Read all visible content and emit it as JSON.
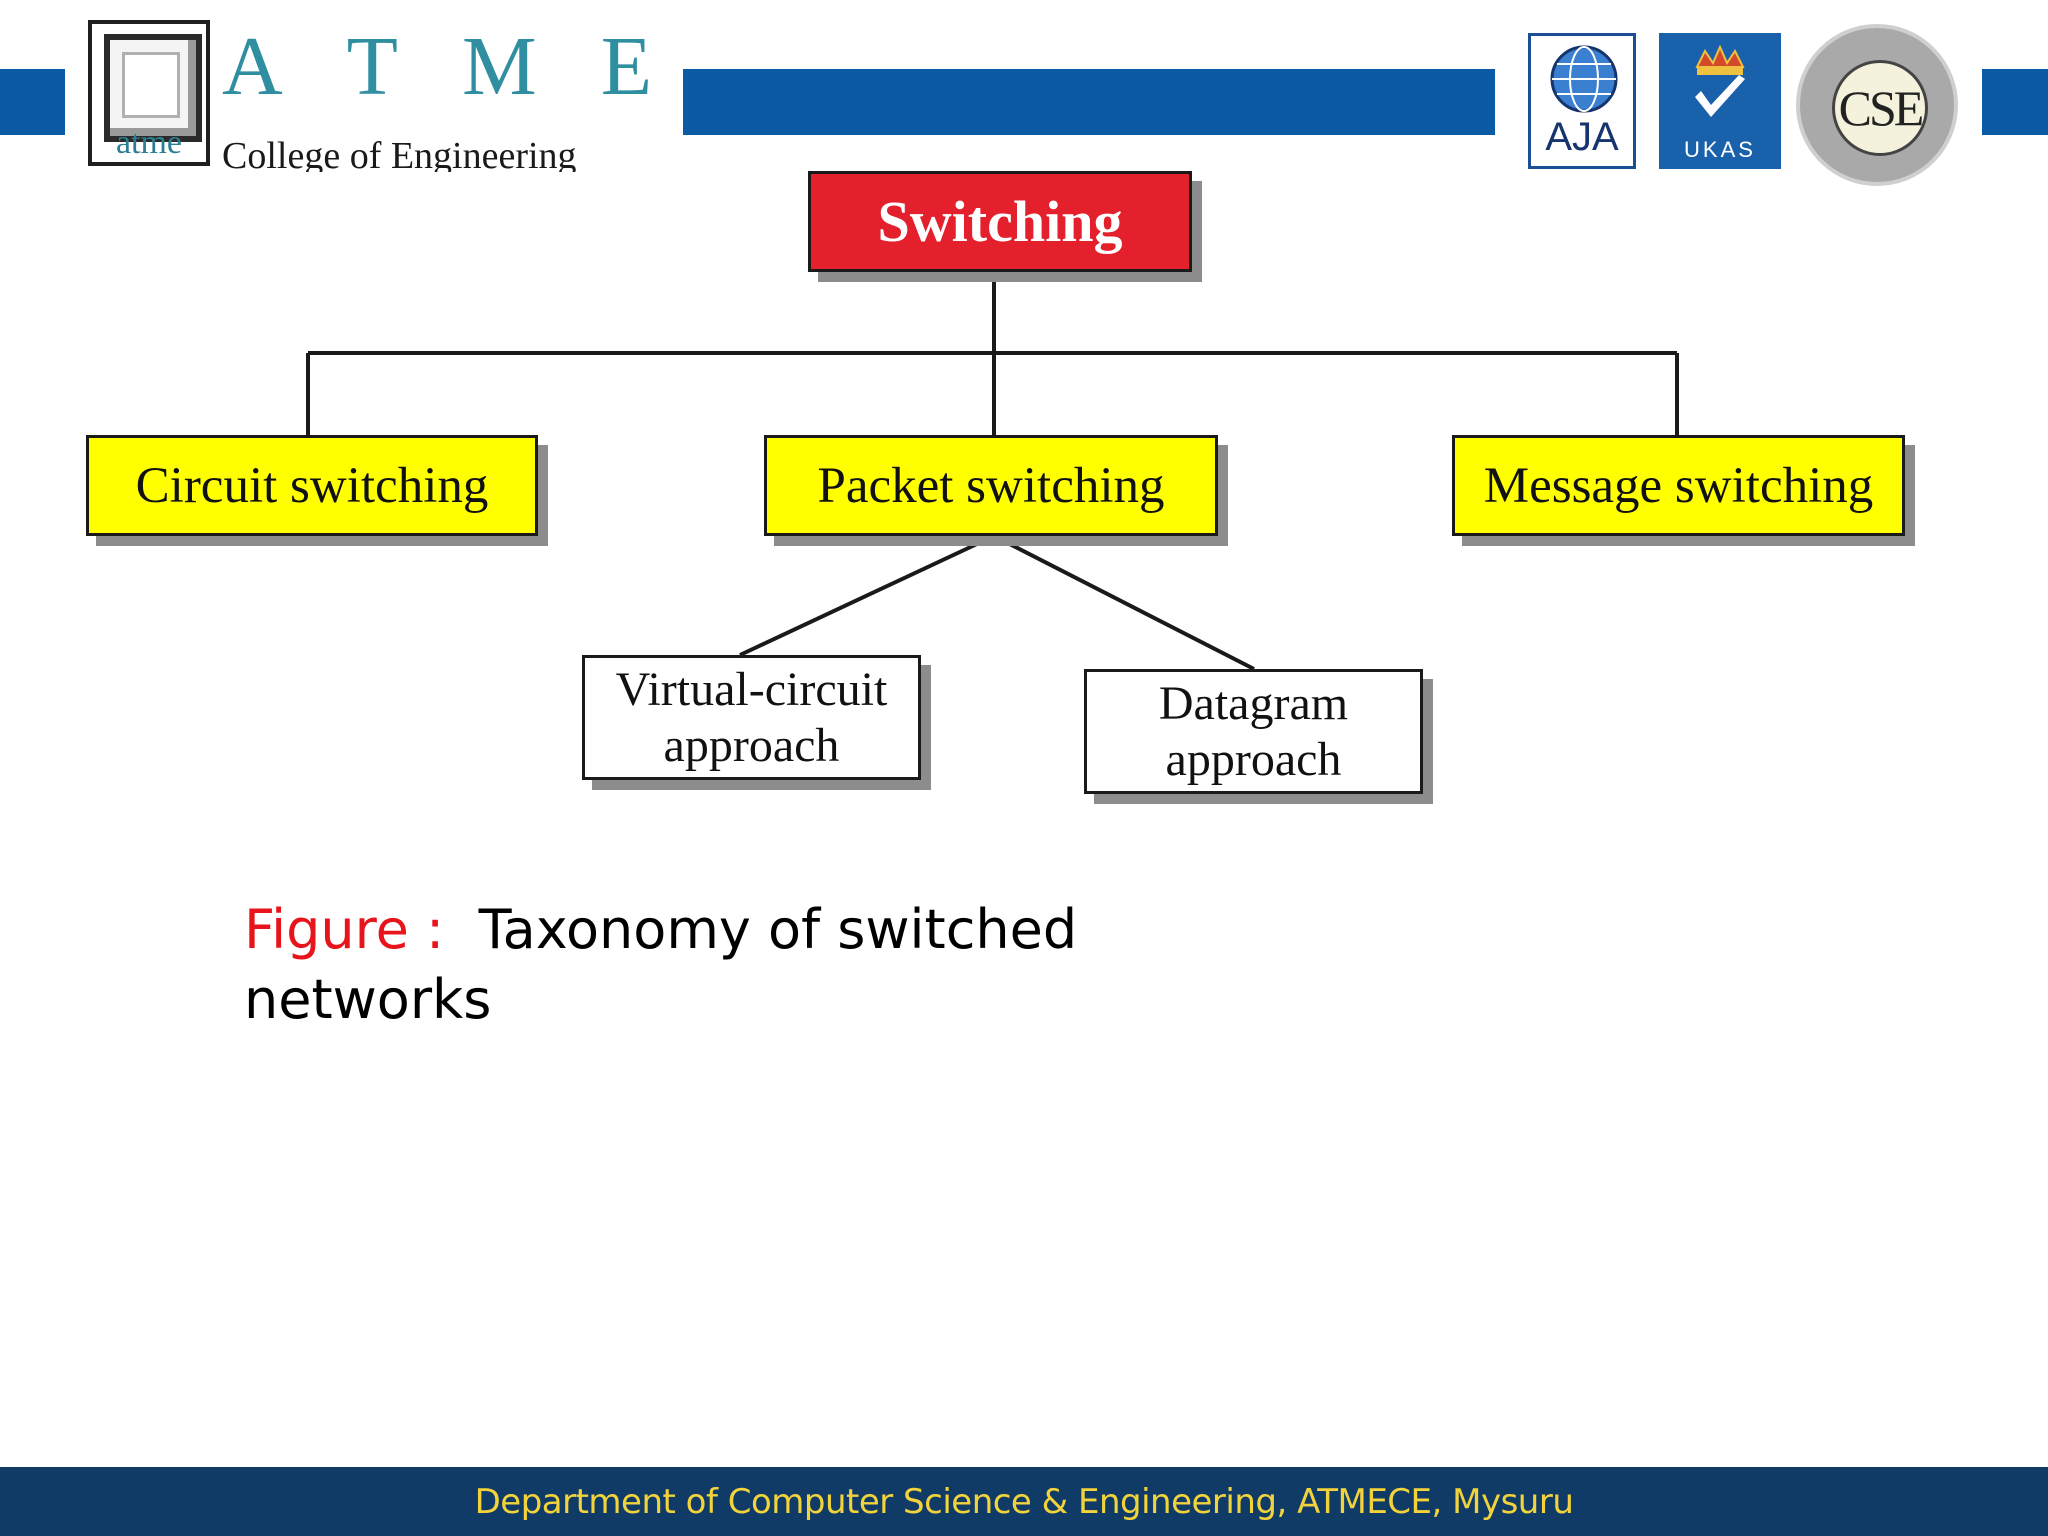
{
  "header": {
    "logo_mark_text": "atme",
    "brand_letters": [
      "A",
      "T",
      "M",
      "E"
    ],
    "brand_subtitle": "College of Engineering",
    "badges": {
      "aja": "AJA",
      "ukas": "UKAS",
      "cse": "CSE"
    },
    "band_color": "#0b5aa6"
  },
  "diagram": {
    "root": "Switching",
    "level1": {
      "circuit": "Circuit switching",
      "packet": "Packet switching",
      "message": "Message switching"
    },
    "level2": {
      "virtual": "Virtual-circuit\napproach",
      "datagram": "Datagram\napproach"
    },
    "colors": {
      "root_fill": "#e3202b",
      "level1_fill": "#ffff00",
      "level2_fill": "#ffffff"
    }
  },
  "caption": {
    "label": "Figure :",
    "text": "Taxonomy of switched networks"
  },
  "footer": {
    "text": "Department of Computer Science & Engineering, ATMECE, Mysuru",
    "background": "#0f3b66",
    "text_color": "#f2d33b"
  }
}
